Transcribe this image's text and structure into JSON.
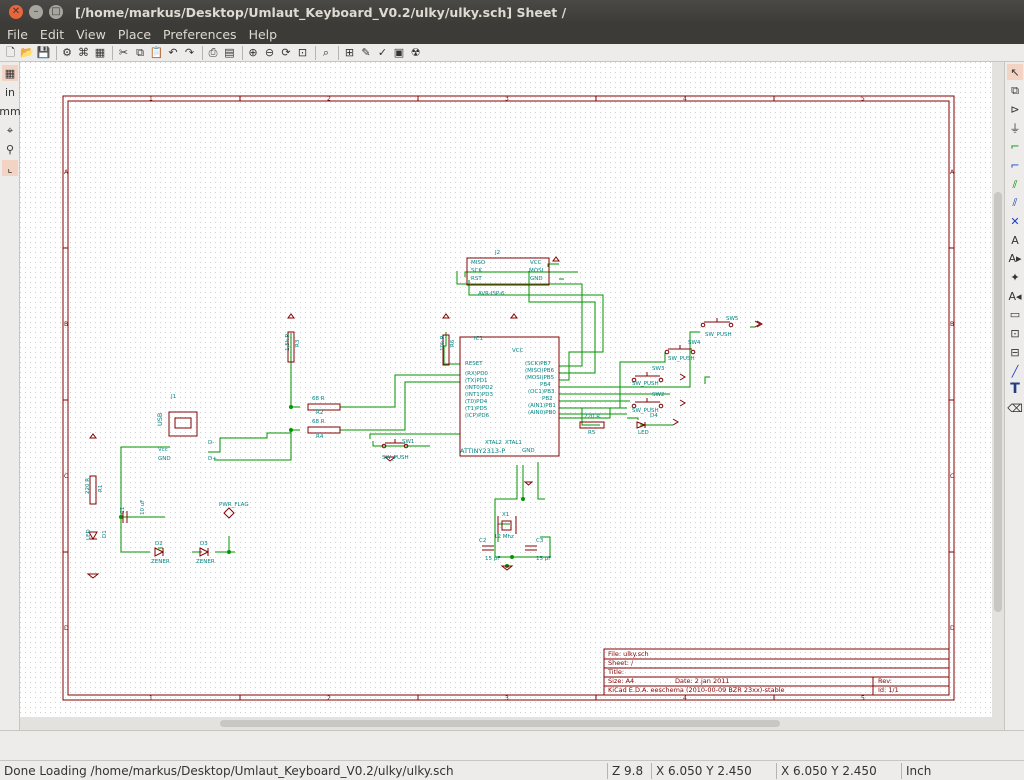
{
  "window": {
    "title": "[/home/markus/Desktop/Umlaut_Keyboard_V0.2/ulky/ulky.sch]  Sheet /"
  },
  "menu": [
    "File",
    "Edit",
    "View",
    "Place",
    "Preferences",
    "Help"
  ],
  "status": {
    "message": "Done Loading /home/markus/Desktop/Umlaut_Keyboard_V0.2/ulky/ulky.sch",
    "zoom": "Z 9.8",
    "coords_abs": "X 6.050  Y 2.450",
    "coords_rel": "X 6.050  Y 2.450",
    "units": "Inch"
  },
  "schematic": {
    "colors": {
      "frame": "#840000",
      "wire": "#009600",
      "component": "#840000",
      "label": "#008484",
      "grid": "#b0b0b0"
    },
    "top_cols": [
      "1",
      "2",
      "3",
      "4",
      "5"
    ],
    "side_rows": [
      "A",
      "B",
      "C",
      "D"
    ],
    "components": {
      "j1_ref": "J1",
      "j1_value": "USB",
      "j1_p1": "Vcc",
      "j1_p2": "D-",
      "j1_p3": "D+",
      "j1_p4": "GND",
      "r1_ref": "R1",
      "r1_value": "220 R",
      "r2_ref": "R2",
      "r2_value": "68 R",
      "r3_ref": "R3",
      "r3_value": "1,5k R",
      "r4_ref": "R4",
      "r4_value": "68 R",
      "r5_ref": "R5",
      "r5_value": "220 R",
      "r6_ref": "R6",
      "r6_value": "10k R",
      "c1_ref": "C1",
      "c1_value": "10 uF",
      "c2_ref": "C2",
      "c2_value": "15 pF",
      "c3_ref": "C3",
      "c3_value": "15 pF",
      "d1_ref": "D1",
      "d1_value": "LED",
      "d2_ref": "D2",
      "d2_value": "ZENER",
      "d3_ref": "D3",
      "d3_value": "ZENER",
      "d4_ref": "D4",
      "d4_value": "LED",
      "x1_ref": "X1",
      "x1_value": "12 Mhz",
      "ic1_ref": "IC1",
      "ic1_value": "ATTINY2313-P",
      "j2_ref": "J2",
      "j2_value": "AVR-ISP-6",
      "j2_miso": "MISO",
      "j2_sck": "SCK",
      "j2_rst": "RST",
      "j2_vcc": "VCC",
      "j2_mosi": "MOSI",
      "j2_gnd": "GND",
      "sw1_ref": "SW1",
      "sw1_value": "SW_PUSH",
      "sw2_ref": "SW2",
      "sw2_value": "SW_PUSH",
      "sw3_ref": "SW3",
      "sw3_value": "SW_PUSH",
      "sw4_ref": "SW4",
      "sw4_value": "SW_PUSH",
      "sw5_ref": "SW5",
      "sw5_value": "SW_PUSH",
      "pwr_flag": "PWR_FLAG",
      "ic_reset": "RESET",
      "ic_vcc": "VCC",
      "ic_gnd": "GND",
      "ic_xtal1": "XTAL1",
      "ic_xtal2": "XTAL2",
      "ic_left_pins": [
        "(RX)PD0",
        "(TX)PD1",
        "(INT0)PD2",
        "(INT1)PD3",
        "(T0)PD4",
        "(T1)PD5",
        "(ICP)PD6"
      ],
      "ic_right_pins": [
        "(SCK)PB7",
        "(MISO)PB6",
        "(MOSI)PB5",
        "PB4",
        "(OC1)PB3",
        "PB2",
        "(AIN1)PB1",
        "(AIN0)PB0"
      ]
    },
    "title_block": {
      "file": "File: ulky.sch",
      "sheet": "Sheet: /",
      "title": "Title:",
      "size": "Size: A4",
      "date": "Date: 2 jan 2011",
      "rev": "Rev:",
      "tool": "KiCad E.D.A.  eeschema (2010-00-09 BZR 23xx)-stable",
      "id": "Id: 1/1"
    }
  }
}
